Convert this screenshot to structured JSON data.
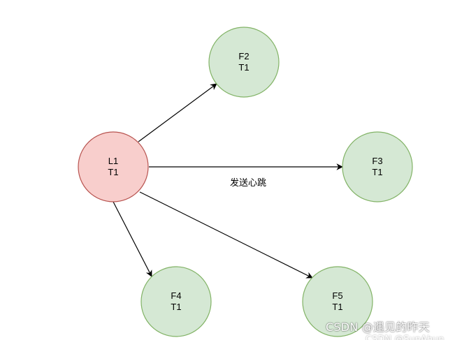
{
  "colors": {
    "leader_fill": "#f8cecc",
    "leader_stroke": "#b85450",
    "follower_fill": "#d5e8d4",
    "follower_stroke": "#82b366",
    "edge": "#000000"
  },
  "nodes": {
    "l1": {
      "line1": "L1",
      "line2": "T1"
    },
    "f2": {
      "line1": "F2",
      "line2": "T1"
    },
    "f3": {
      "line1": "F3",
      "line2": "T1"
    },
    "f4": {
      "line1": "F4",
      "line2": "T1"
    },
    "f5": {
      "line1": "F5",
      "line2": "T1"
    }
  },
  "edges": {
    "heartbeat_label": "发送心跳"
  },
  "watermark": {
    "text": "CSDN @遇见的昨天",
    "subtext": "CSDN @SunAhun"
  }
}
